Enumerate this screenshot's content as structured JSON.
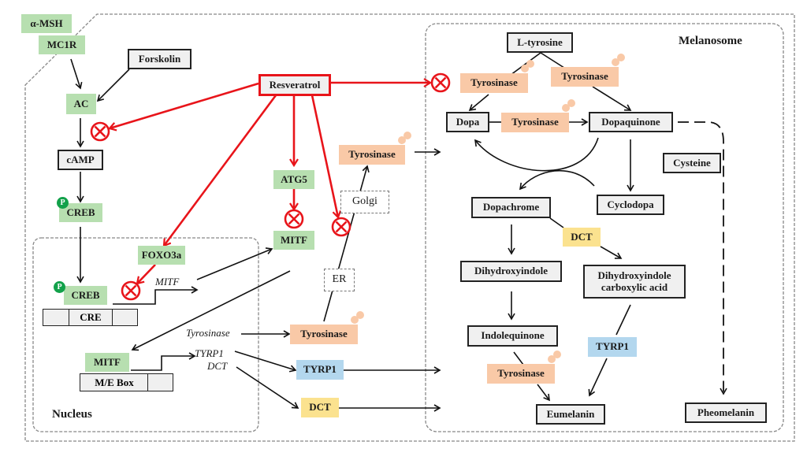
{
  "title": "Resveratrol inhibition of melanogenesis pathway",
  "colors": {
    "inhibitor_red": "#e8141a",
    "protein_green": "#b7dfb0",
    "tyrosinase_orange": "#f9c9a7",
    "tyrp1_blue": "#b3d7ee",
    "dct_yellow": "#fbe28f",
    "metabolite_gray": "#f0f0f0",
    "phospho_green": "#12a14a"
  },
  "regions": {
    "cell": "",
    "nucleus": "Nucleus",
    "melanosome": "Melanosome"
  },
  "signaling": {
    "alpha_msh": "α-MSH",
    "mc1r": "MC1R",
    "forskolin": "Forskolin",
    "ac": "AC",
    "camp": "cAMP",
    "creb": "CREB",
    "phospho": "P",
    "resveratrol": "Resveratrol",
    "atg5": "ATG5",
    "mitf": "MITF",
    "foxo3a": "FOXO3a",
    "golgi": "Golgi",
    "er": "ER",
    "tyrosinase_golgi": "Tyrosinase",
    "tyrosinase_er": "Tyrosinase",
    "tyrp1": "TYRP1",
    "dct": "DCT"
  },
  "nucleus": {
    "creb": "CREB",
    "cre": "CRE",
    "mitf_gene": "MITF",
    "mitf": "MITF",
    "me_box": "M/E Box",
    "gene_tyrosinase": "Tyrosinase",
    "gene_tyrp1": "TYRP1",
    "gene_dct": "DCT"
  },
  "melanosome": {
    "l_tyrosine": "L-tyrosine",
    "tyrosinase_1": "Tyrosinase",
    "tyrosinase_2": "Tyrosinase",
    "tyrosinase_3": "Tyrosinase",
    "tyrosinase_4": "Tyrosinase",
    "dopa": "Dopa",
    "dopaquinone": "Dopaquinone",
    "cysteine": "Cysteine",
    "cyclodopa": "Cyclodopa",
    "dopachrome": "Dopachrome",
    "dct": "DCT",
    "dihydroxyindole": "Dihydroxyindole",
    "dhica_line1": "Dihydroxyindole",
    "dhica_line2": "carboxylic acid",
    "indolequinone": "Indolequinone",
    "tyrp1": "TYRP1",
    "eumelanin": "Eumelanin",
    "pheomelanin": "Pheomelanin"
  }
}
